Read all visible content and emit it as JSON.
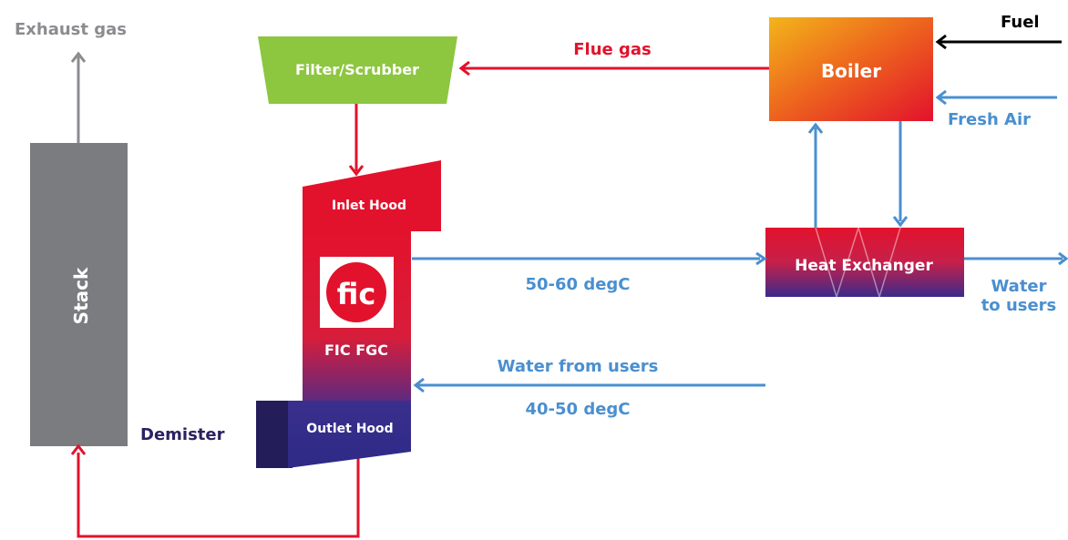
{
  "labels": {
    "exhaust_gas": "Exhaust gas",
    "fuel": "Fuel",
    "flue_gas": "Flue gas",
    "boiler": "Boiler",
    "fresh_air": "Fresh Air",
    "filter_scrubber": "Filter/Scrubber",
    "stack": "Stack",
    "inlet_hood": "Inlet Hood",
    "fic_logo": "fic",
    "fic_fgc": "FIC FGC",
    "outlet_hood": "Outlet Hood",
    "demister": "Demister",
    "heat_exchanger": "Heat Exchanger",
    "water_to_users_1": "Water",
    "water_to_users_2": "to users",
    "temp_out": "50-60 degC",
    "water_from_users": "Water from users",
    "temp_in": "40-50 degC"
  },
  "colors": {
    "red": "#e2122c",
    "blue": "#4a8fd0",
    "grey": "#7a7c7f",
    "green": "#8dc63f",
    "navy": "#2a2260",
    "black": "#000000"
  }
}
